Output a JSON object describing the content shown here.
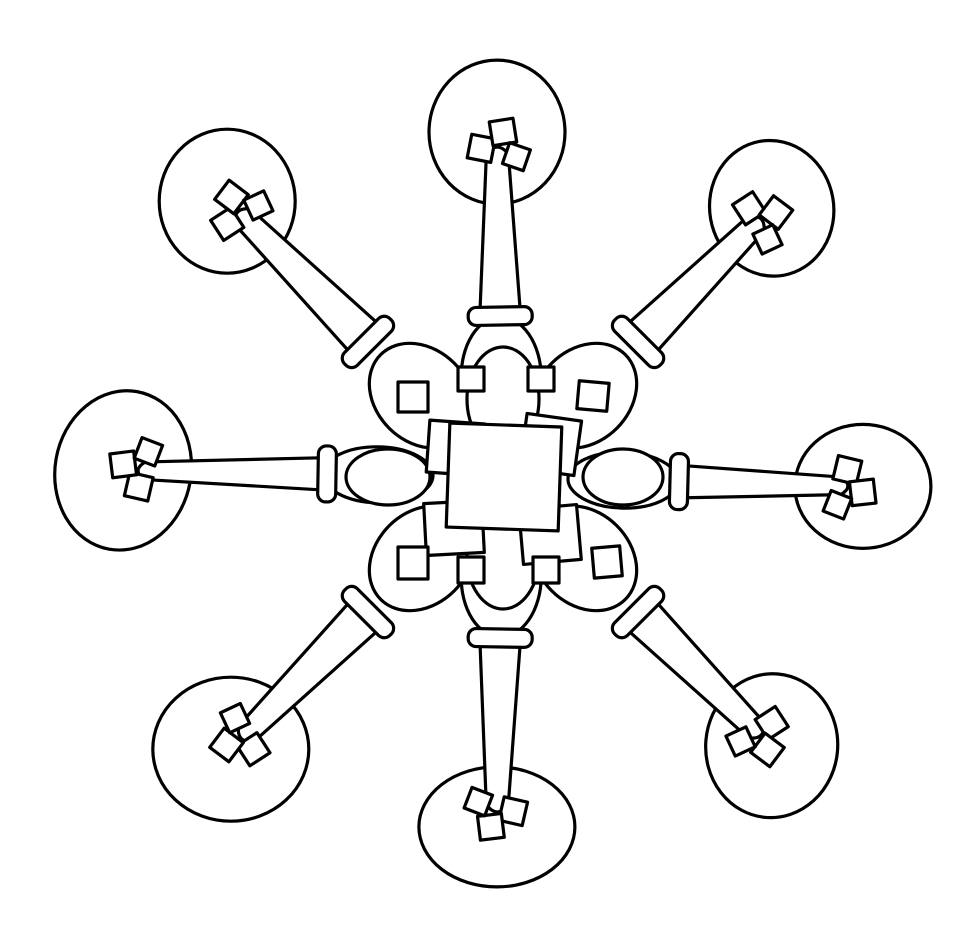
{
  "illustration": {
    "subject": "eight-arm-radial-line-drawing",
    "style": "black-ink-outline-on-white",
    "ink_color": "#000000",
    "background_color": "#ffffff",
    "arm_count": 8,
    "arms": [
      {
        "id": "arm-top"
      },
      {
        "id": "arm-top-right"
      },
      {
        "id": "arm-right"
      },
      {
        "id": "arm-bottom-right"
      },
      {
        "id": "arm-bottom"
      },
      {
        "id": "arm-bottom-left"
      },
      {
        "id": "arm-left"
      },
      {
        "id": "arm-top-left"
      }
    ]
  }
}
